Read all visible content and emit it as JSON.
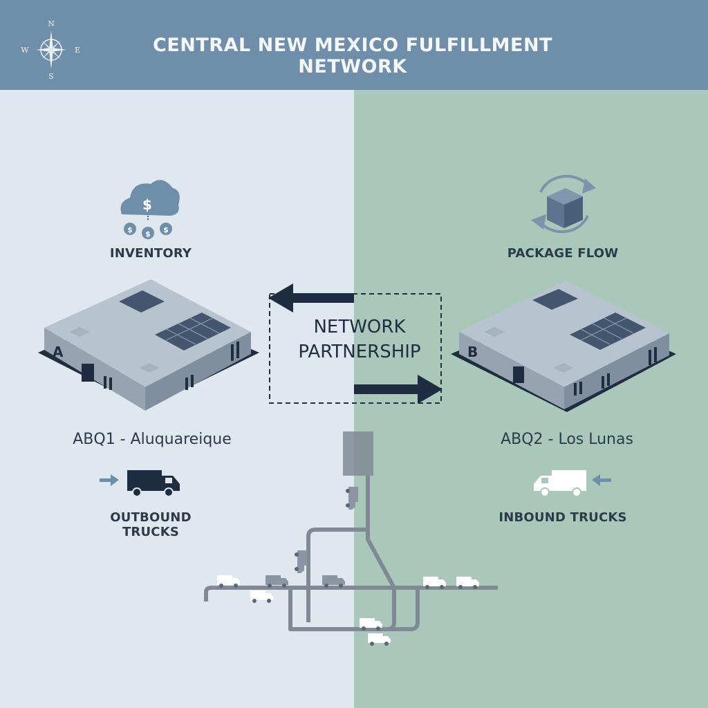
{
  "header": {
    "title": "CENTRAL NEW MEXICO FULFILLMENT NETWORK",
    "compass": {
      "n": "N",
      "s": "S",
      "e": "E",
      "w": "W"
    }
  },
  "left": {
    "icon_label": "INVENTORY",
    "icon_symbol": "$",
    "building_letter": "A",
    "site_name": "ABQ1 - Aluquareique",
    "trucks_label": "OUTBOUND TRUCKS"
  },
  "right": {
    "icon_label": "PACKAGE FLOW",
    "building_letter": "B",
    "site_name": "ABQ2 - Los Lunas",
    "trucks_label": "INBOUND TRUCKS"
  },
  "center": {
    "partnership_line1": "NETWORK",
    "partnership_line2": "PARTNERSHIP"
  },
  "colors": {
    "header": "#6e8eaa",
    "left_bg": "#dfe7ef",
    "right_bg": "#a9c8ba",
    "navy": "#1f2d40",
    "road": "#7f8a94"
  }
}
